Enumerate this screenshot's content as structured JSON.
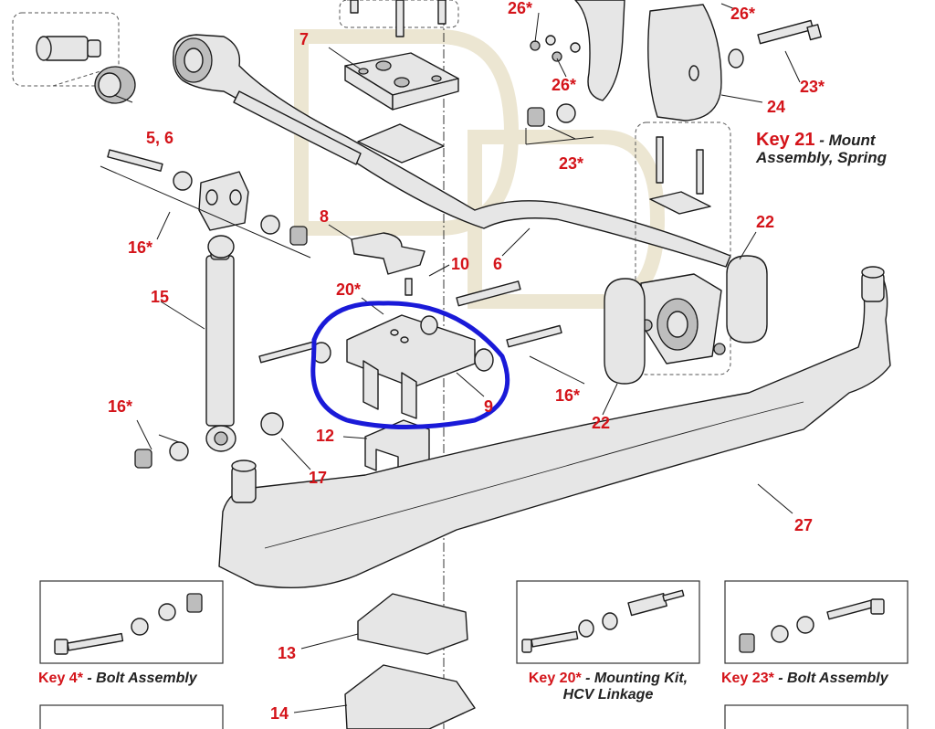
{
  "labels": {
    "l26a": "26*",
    "l26b": "26*",
    "l26c": "26*",
    "l7": "7",
    "l56": "5, 6",
    "l23a": "23*",
    "l23b": "23*",
    "l24": "24",
    "l21": "Key 21",
    "l8": "8",
    "l16a": "16*",
    "l16b": "16*",
    "l16c": "16*",
    "l22a": "22",
    "l22b": "22",
    "l10": "10",
    "l6": "6",
    "l20": "20*",
    "l15": "15",
    "l9": "9",
    "l12": "12",
    "l17": "17",
    "l27": "27",
    "l13": "13",
    "l14": "14"
  },
  "keys": {
    "k21_title": "- Mount",
    "k21_sub": "Assembly, Spring",
    "k4_key": "Key 4*",
    "k4_desc": "- Bolt Assembly",
    "k20_key": "Key 20*",
    "k20_desc": "- Mounting Kit,",
    "k20_desc2": "HCV Linkage",
    "k23_key": "Key 23*",
    "k23_desc": "- Bolt Assembly"
  },
  "colors": {
    "callout": "#d4141a",
    "highlight": "#1a1ad8",
    "watermark": "#ece6d2"
  }
}
